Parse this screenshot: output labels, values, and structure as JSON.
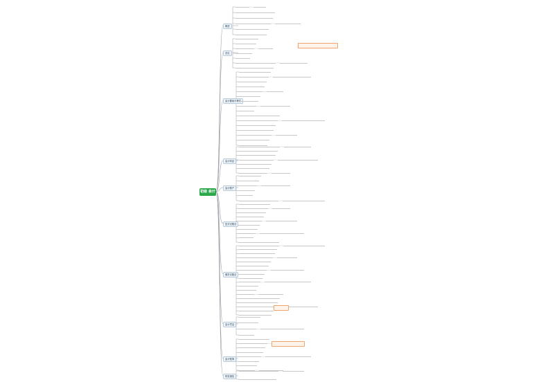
{
  "root": {
    "label": "初级 会计学"
  },
  "branches": [
    {
      "id": "b1",
      "label": "概述"
    },
    {
      "id": "b2",
      "label": "总论"
    },
    {
      "id": "b3",
      "label": "会计要素与等式"
    },
    {
      "id": "b4",
      "label": "会计科目"
    },
    {
      "id": "b5",
      "label": "会计账户"
    },
    {
      "id": "b6",
      "label": "复式记账法"
    },
    {
      "id": "b7",
      "label": "借贷记账法"
    },
    {
      "id": "b8",
      "label": "会计凭证"
    },
    {
      "id": "b9",
      "label": "会计账簿"
    },
    {
      "id": "b10",
      "label": "财务报告"
    }
  ],
  "colors": {
    "root": "#2aa84a",
    "branch_fill": "#eef5fb",
    "branch_border": "#b7c9da",
    "line": "#9aa0a6",
    "leaf_line": "#c6c6c6",
    "note_border": "#f0a36b"
  }
}
